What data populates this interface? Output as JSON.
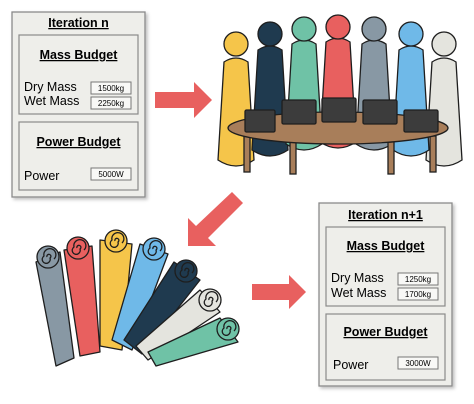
{
  "panel_n": {
    "title": "Iteration n",
    "mass": {
      "title": "Mass Budget",
      "dry_label": "Dry Mass",
      "dry_value": "1500kg",
      "wet_label": "Wet Mass",
      "wet_value": "2250kg"
    },
    "power": {
      "title": "Power Budget",
      "label": "Power",
      "value": "5000W"
    }
  },
  "panel_n1": {
    "title": "Iteration n+1",
    "mass": {
      "title": "Mass Budget",
      "dry_label": "Dry Mass",
      "dry_value": "1250kg",
      "wet_label": "Wet Mass",
      "wet_value": "1700kg"
    },
    "power": {
      "title": "Power Budget",
      "label": "Power",
      "value": "3000W"
    }
  },
  "colors": {
    "panel_fill": "#eeeeea",
    "panel_stroke": "#8a8a8a",
    "arrow": "#e8605f",
    "table": "#a87e5a",
    "yellow": "#f5c54a",
    "navy": "#1f3a4f",
    "teal": "#6fc2a6",
    "red": "#e8605f",
    "gray": "#8898a4",
    "blue": "#6fb9e8",
    "white": "#e4e4de",
    "laptop": "#3c3c3c"
  }
}
